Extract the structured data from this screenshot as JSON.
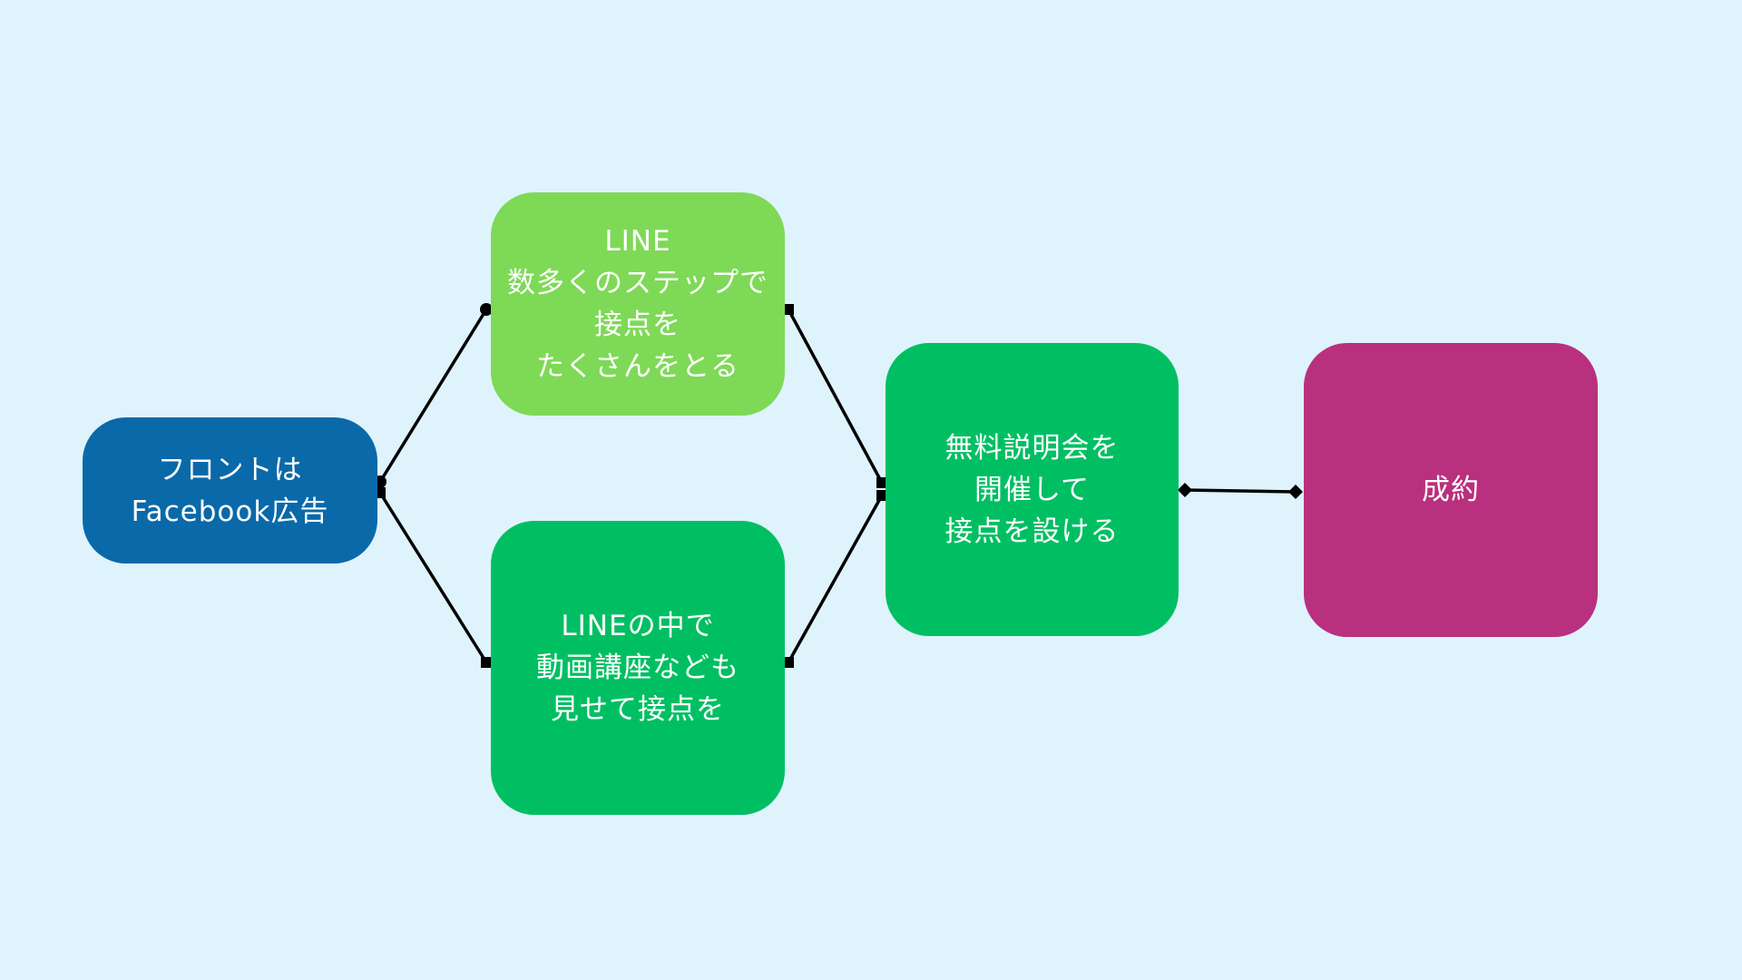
{
  "colors": {
    "background": "#dff3fd",
    "front_box": "#0a69a9",
    "line_steps_box": "#7ed957",
    "line_video_box": "#00bf63",
    "seminar_box": "#00bf63",
    "contract_box": "#b9307e",
    "text": "#ffffff",
    "connector": "#000000"
  },
  "nodes": {
    "front": {
      "text": "フロントは\nFacebook広告"
    },
    "line_steps": {
      "text": "LINE\n数多くのステップで\n接点を\nたくさんをとる"
    },
    "line_video": {
      "text": "LINEの中で\n動画講座なども\n見せて接点を"
    },
    "seminar": {
      "text": "無料説明会を\n開催して\n接点を設ける"
    },
    "contract": {
      "text": "成約"
    }
  },
  "connectors": [
    {
      "from": "front",
      "to": "line_steps",
      "start_marker": "circle",
      "end_marker": "circle"
    },
    {
      "from": "front",
      "to": "line_video",
      "start_marker": "square",
      "end_marker": "square"
    },
    {
      "from": "line_steps",
      "to": "seminar",
      "start_marker": "square",
      "end_marker": "square"
    },
    {
      "from": "line_video",
      "to": "seminar",
      "start_marker": "square",
      "end_marker": "square"
    },
    {
      "from": "seminar",
      "to": "contract",
      "start_marker": "diamond",
      "end_marker": "diamond"
    }
  ]
}
